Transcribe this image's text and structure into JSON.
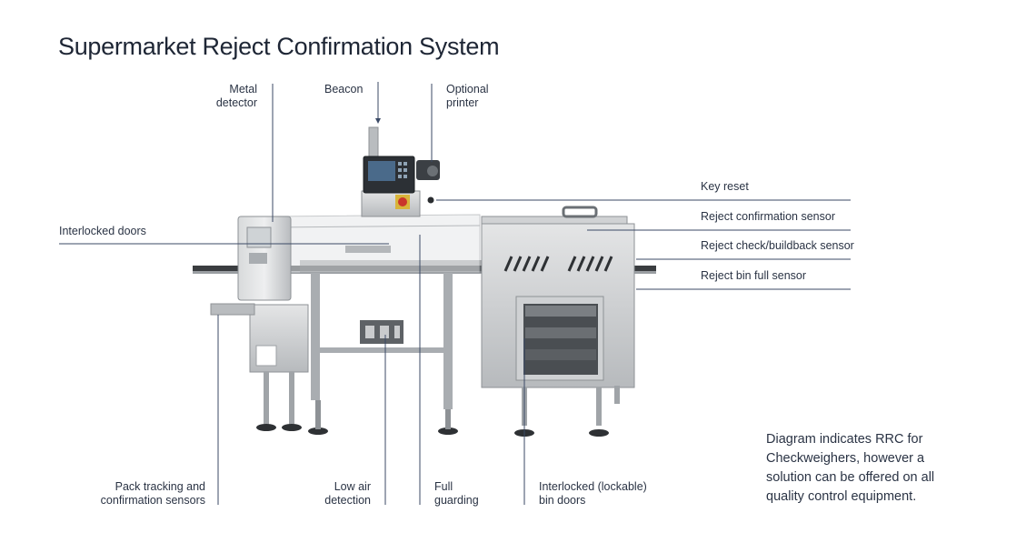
{
  "title": "Supermarket Reject Confirmation System",
  "labels": {
    "metal_detector": "Metal\ndetector",
    "beacon": "Beacon",
    "optional_printer": "Optional\nprinter",
    "interlocked_doors": "Interlocked doors",
    "key_reset": "Key reset",
    "reject_confirmation_sensor": "Reject confirmation sensor",
    "reject_check_buildback_sensor": "Reject check/buildback sensor",
    "reject_bin_full_sensor": "Reject bin full sensor",
    "pack_tracking": "Pack tracking and\nconfirmation sensors",
    "low_air": "Low air\ndetection",
    "full_guarding": "Full\nguarding",
    "bin_doors": "Interlocked (lockable)\nbin doors"
  },
  "note": "Diagram indicates RRC for\nCheckweighers, however a\nsolution can be offered on all\nquality control equipment.",
  "colors": {
    "leader_line": "#3b4a66",
    "steel": "#c9cbcd",
    "steel_dark": "#8e9296",
    "accent_red": "#c9352b"
  }
}
